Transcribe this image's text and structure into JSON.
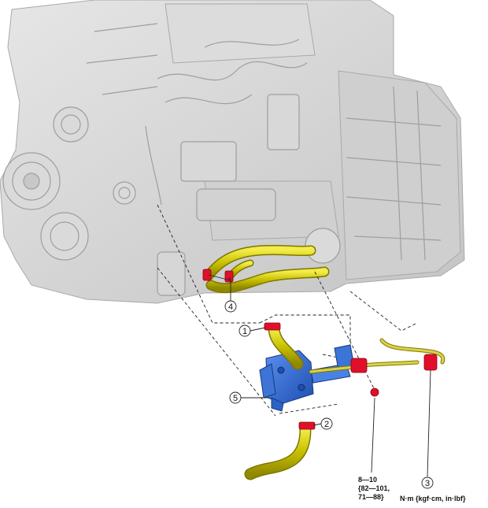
{
  "callouts": {
    "c1": "1",
    "c2": "2",
    "c3": "3",
    "c4": "4",
    "c5": "5"
  },
  "torque": {
    "line1": "8—10",
    "line2": "{82—101,",
    "line3": "71—88}"
  },
  "units": "N·m {kgf·cm, in·lbf}",
  "colors": {
    "hose": "#d8d000",
    "clamp": "#e0102a",
    "cooler": "#2f6ed8",
    "engine": "#d6d6d6",
    "leader": "#222222"
  }
}
